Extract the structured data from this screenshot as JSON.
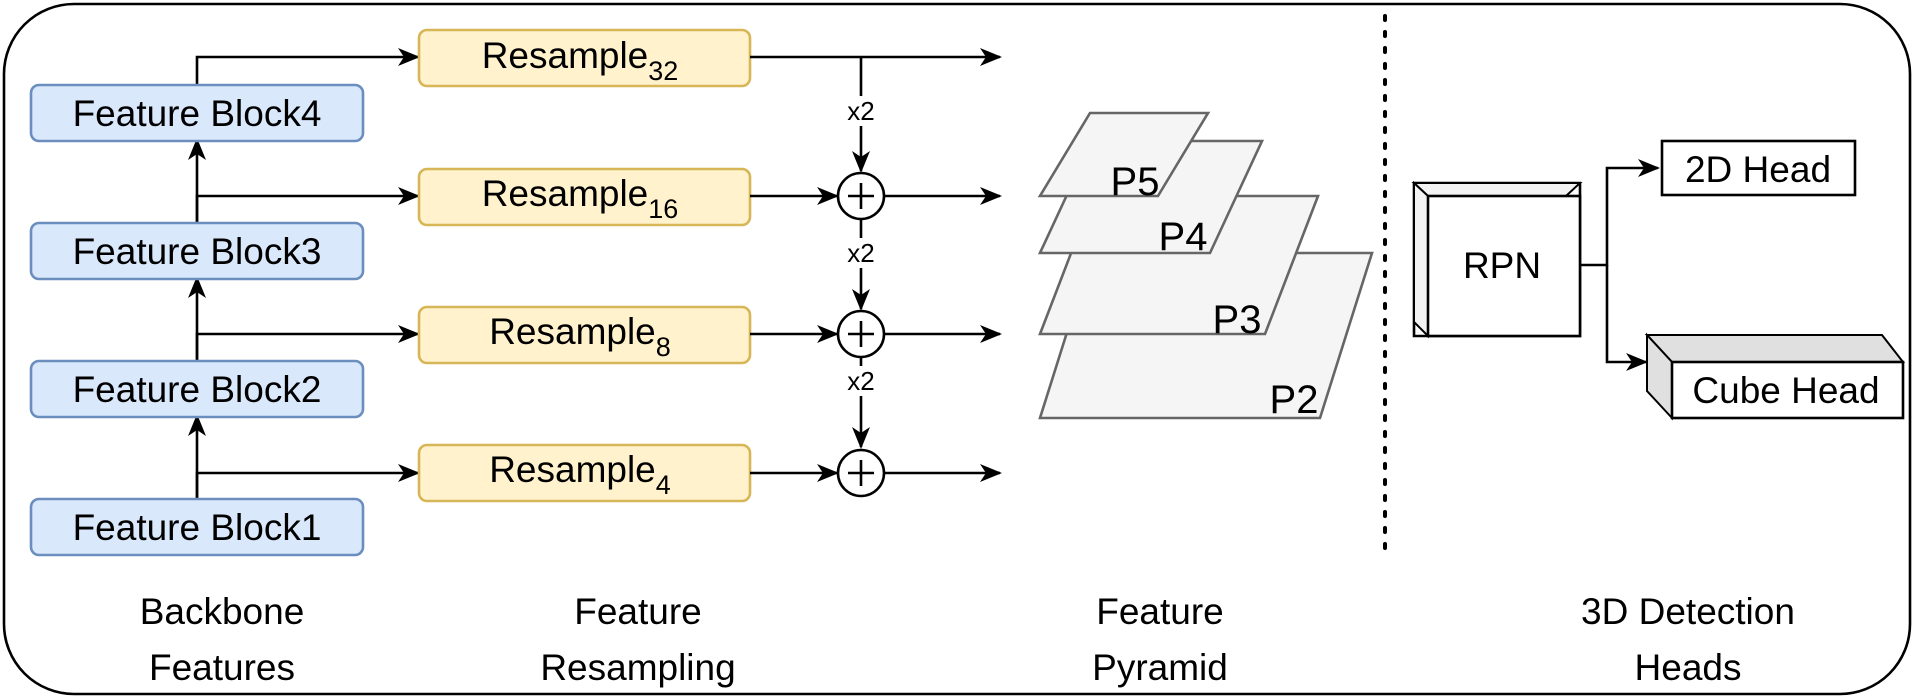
{
  "backbone": {
    "blocks": [
      "Feature Block1",
      "Feature Block2",
      "Feature Block3",
      "Feature Block4"
    ],
    "caption_line1": "Backbone",
    "caption_line2": "Features"
  },
  "resampling": {
    "base_label": "Resample",
    "subscripts": [
      "4",
      "8",
      "16",
      "32"
    ],
    "upsample_label": "x2",
    "caption_line1": "Feature",
    "caption_line2": "Resampling"
  },
  "pyramid": {
    "levels": [
      "P2",
      "P3",
      "P4",
      "P5"
    ],
    "caption_line1": "Feature",
    "caption_line2": "Pyramid"
  },
  "heads": {
    "rpn_label": "RPN",
    "head_2d_label": "2D Head",
    "cube_head_label": "Cube Head",
    "caption_line1": "3D Detection",
    "caption_line2": "Heads"
  },
  "colors": {
    "block_fill": "#dae8fc",
    "block_stroke": "#6c8ebf",
    "resample_fill": "#fff2cc",
    "resample_stroke": "#d6b656",
    "pyramid_fill": "#f5f5f5",
    "pyramid_stroke": "#666666"
  }
}
